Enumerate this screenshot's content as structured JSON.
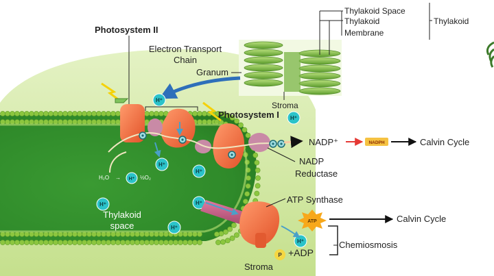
{
  "labels": {
    "photosystem_ii": "Photosystem II",
    "photosystem_i": "Photosystem I",
    "etc_line1": "Electron Transport",
    "etc_line2": "Chain",
    "granum": "Granum",
    "thylakoid_space_top": "Thylakoid Space",
    "thylakoid_membrane_1": "Thylakoid",
    "thylakoid_membrane_2": "Membrane",
    "thylakoid": "Thylakoid",
    "stroma_top": "Stroma",
    "stroma_bottom": "Stroma",
    "nadp_plus": "NADP⁺",
    "nadph": "NADPH",
    "calvin_cycle_1": "Calvin Cycle",
    "calvin_cycle_2": "Calvin Cycle",
    "nadp_reductase_1": "NADP",
    "nadp_reductase_2": "Reductase",
    "atp_synthase": "ATP Synthase",
    "atp": "ATP",
    "adp": "+ADP",
    "phosphate": "P",
    "chemiosmosis": "Chemiosmosis",
    "thylakoid_space_1": "Thylakoid",
    "thylakoid_space_2": "space",
    "h_ion": "H⁺",
    "water_h2o": "H₂O",
    "water_arrow": "→",
    "water_o2": "½O₂"
  },
  "colors": {
    "lumen_dark": "#2f8a2a",
    "lumen_light": "#7cc343",
    "stroma_bg": "#d7ecb0",
    "membrane_bead": "#8cc63f",
    "protein": "#f26b3a",
    "protein_pink": "#c98aa6",
    "h_ion": "#2bc3c9",
    "atp_burst": "#f7a81b",
    "nadph_box": "#f5c242",
    "red_arrow": "#e53935",
    "blue_arrow": "#2e6fba"
  }
}
